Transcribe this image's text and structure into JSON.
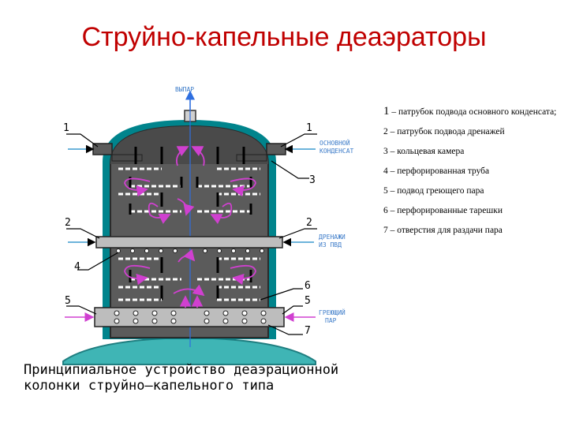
{
  "title": "Струйно-капельные деаэраторы",
  "labels": {
    "vypar": "ВЫПАР",
    "osn_kondensat": [
      "ОСНОВНОЙ",
      "КОНДЕНСАТ"
    ],
    "drenazh": [
      "ДРЕНАЖИ",
      "ИЗ ПВД"
    ],
    "greyushchiy": [
      "ГРЕЮЩИЙ",
      "ПАР"
    ]
  },
  "callouts": {
    "n1_left": "1",
    "n1_right": "1",
    "n3": "3",
    "n2_left": "2",
    "n2_right": "2",
    "n4": "4",
    "n6": "6",
    "n5_left": "5",
    "n5_right": "5",
    "n7": "7"
  },
  "legend": [
    {
      "num": "1",
      "text": " – патрубок подвода основного конденсата;"
    },
    {
      "num": "",
      "text": "2 – патрубок подвода дренажей"
    },
    {
      "num": "",
      "text": "3 – кольцевая камера"
    },
    {
      "num": "",
      "text": "4 – перфорированная труба"
    },
    {
      "num": "",
      "text": "5 – подвод греющего пара"
    },
    {
      "num": "",
      "text": "6 – перфорированные тарешки"
    },
    {
      "num": "",
      "text": "7 – отверстия для раздачи пара"
    }
  ],
  "caption": [
    "Принципиальное устройство деаэрационной",
    "колонки струйно—капельного типа"
  ],
  "colors": {
    "shell": "#3a3a3a",
    "body_fill": "#5b5b5b",
    "outer_teal": "#00848c",
    "tank_teal": "#3fb5b5",
    "arrow": "#d040d0",
    "steam_blue": "#2f6fe0",
    "label_blue": "#3d7cc9",
    "title": "#c00000"
  }
}
